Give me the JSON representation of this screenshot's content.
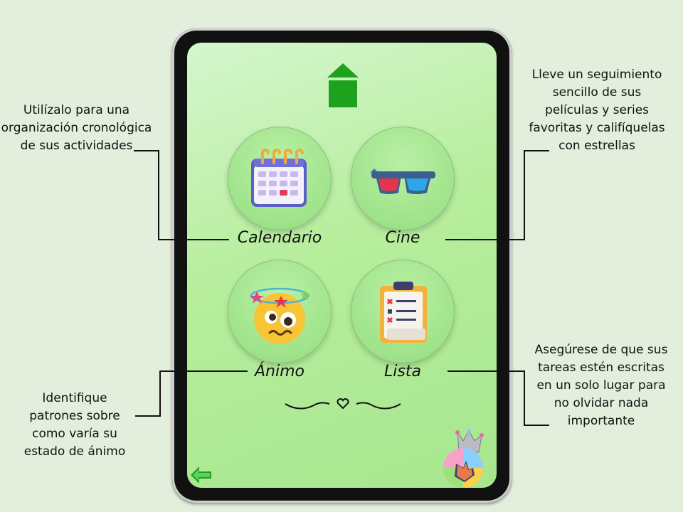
{
  "callouts": {
    "calendario": "Utilízalo para una organización cronológica de sus actividades",
    "cine": "Lleve un seguimiento sencillo de sus películas y series favoritas y califíquelas con estrellas",
    "animo": "Identifique patrones sobre como varía su estado de ánimo",
    "lista": "Asegúrese de que sus tareas estén escritas en un solo lugar para no olvidar nada importante"
  },
  "menu": {
    "calendario": "Calendario",
    "cine": "Cine",
    "animo": "Ánimo",
    "lista": "Lista"
  },
  "icons": {
    "home": "home-icon",
    "calendar": "calendar-icon",
    "glasses": "3d-glasses-icon",
    "mood": "dizzy-face-icon",
    "list": "clipboard-list-icon",
    "back": "back-arrow-icon",
    "premium": "crown-hand-icon"
  },
  "colors": {
    "accent": "#1ea21e",
    "screen_bg": "#b7ee9d",
    "page_bg": "#e3efdc"
  }
}
